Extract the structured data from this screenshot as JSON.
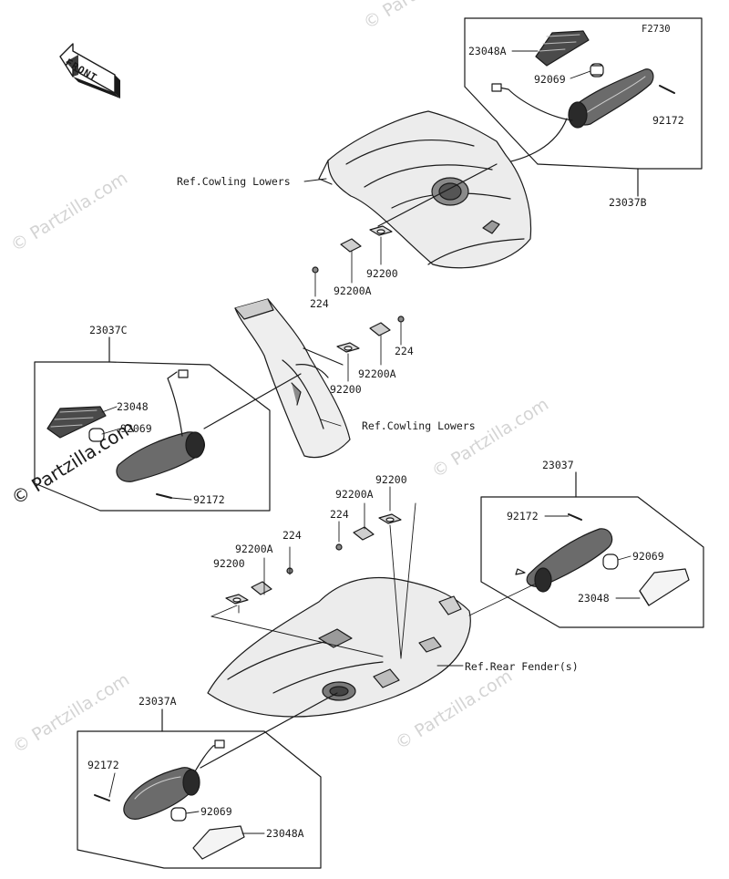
{
  "figure_code": "F2730",
  "front_label": "FRONT",
  "watermark": "© Partzilla.com",
  "callouts": {
    "p23048A_top": "23048A",
    "p92069_top": "92069",
    "p92172_top": "92172",
    "p23037B": "23037B",
    "ref_cowling_upper": "Ref.Cowling Lowers",
    "p224_a": "224",
    "p92200A_a": "92200A",
    "p92200_a": "92200",
    "p23037C": "23037C",
    "p23048_left": "23048",
    "p92069_left": "92069",
    "p92172_left": "92172",
    "p224_b": "224",
    "p92200A_b": "92200A",
    "p92200_b": "92200",
    "ref_cowling_mid": "Ref.Cowling Lowers",
    "p92200_c": "92200",
    "p92200A_c": "92200A",
    "p224_c": "224",
    "p92200A_d": "92200A",
    "p224_d": "224",
    "p92200_d": "92200",
    "p23037": "23037",
    "p92172_right": "92172",
    "p92069_right": "92069",
    "p23048_right": "23048",
    "ref_rear_fender": "Ref.Rear Fender(s)",
    "p23037A": "23037A",
    "p92172_bottom": "92172",
    "p92069_bottom": "92069",
    "p23048A_bottom": "23048A"
  }
}
